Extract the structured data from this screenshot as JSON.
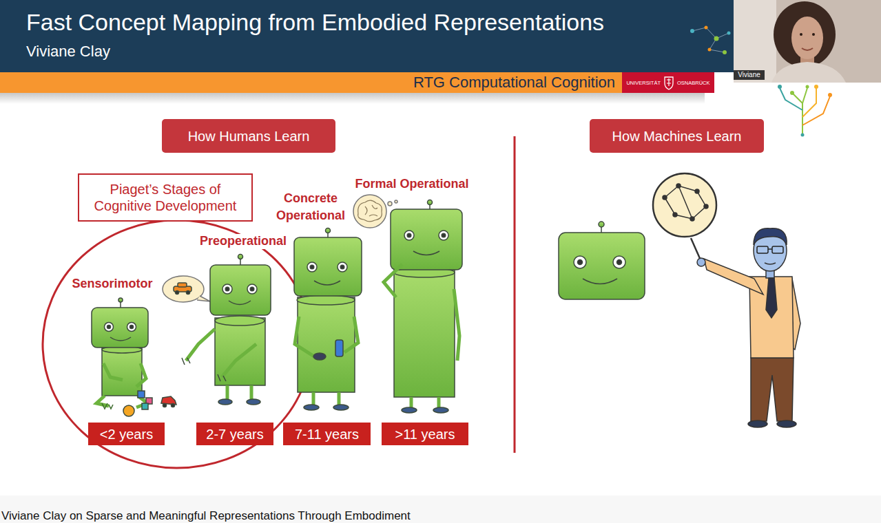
{
  "diagram": {
    "title": "Fast Concept Mapping from Embodied Representations",
    "caption": "Viviane Clay on Sparse and Meaningful Representations Through Embodiment",
    "nodes": [
      {
        "text": [
          "Viviane"
        ]
      },
      {
        "text": [
          "UNIVERSITÄT",
          "OSNABRÜCK"
        ]
      },
      {
        "text": [
          "How Humans Learn"
        ]
      },
      {
        "text": [
          "How Machines Learn"
        ]
      },
      {
        "text": [
          "Piaget’s Stages of Cognitive Development"
        ]
      },
      {
        "text": [
          "<2 years"
        ]
      },
      {
        "text": [
          "2-7 years"
        ]
      },
      {
        "text": [
          "7-11 years"
        ]
      },
      {
        "text": [
          ">11 years"
        ]
      }
    ],
    "labels": [
      "Viviane Clay",
      "RTG Computational Cognition",
      "Formal Operational",
      "Concrete Operational",
      "Preoperational",
      "Sensorimotor"
    ]
  }
}
